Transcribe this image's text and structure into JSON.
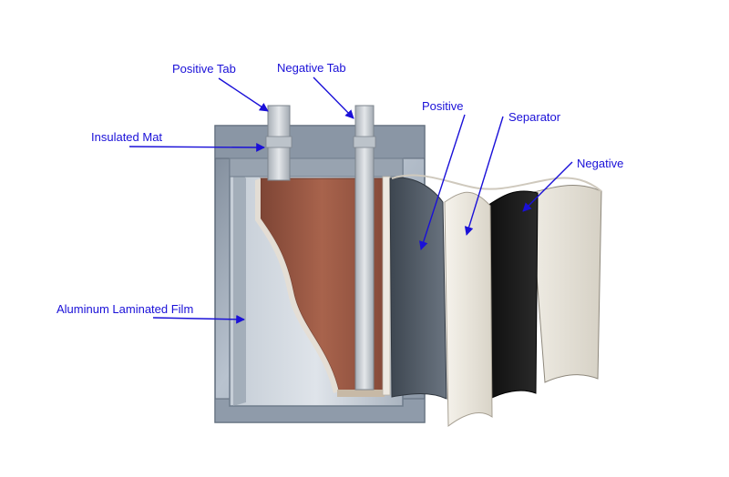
{
  "diagram": {
    "labels": {
      "positive_tab": "Positive Tab",
      "negative_tab": "Negative Tab",
      "insulated_mat": "Insulated Mat",
      "positive": "Positive",
      "separator": "Separator",
      "negative": "Negative",
      "aluminum_laminated_film": "Aluminum Laminated Film"
    },
    "colors": {
      "label_text": "#1a10d8",
      "arrow": "#1a10d8",
      "pouch_film": "#9ba7b6",
      "pouch_edge": "#6e7b8b",
      "electrode_core": "#9c5a45",
      "tab_metal": "#c9ced4",
      "positive_sheet": "#505a66",
      "separator_sheet": "#ece8e0",
      "negative_sheet": "#151515"
    }
  }
}
